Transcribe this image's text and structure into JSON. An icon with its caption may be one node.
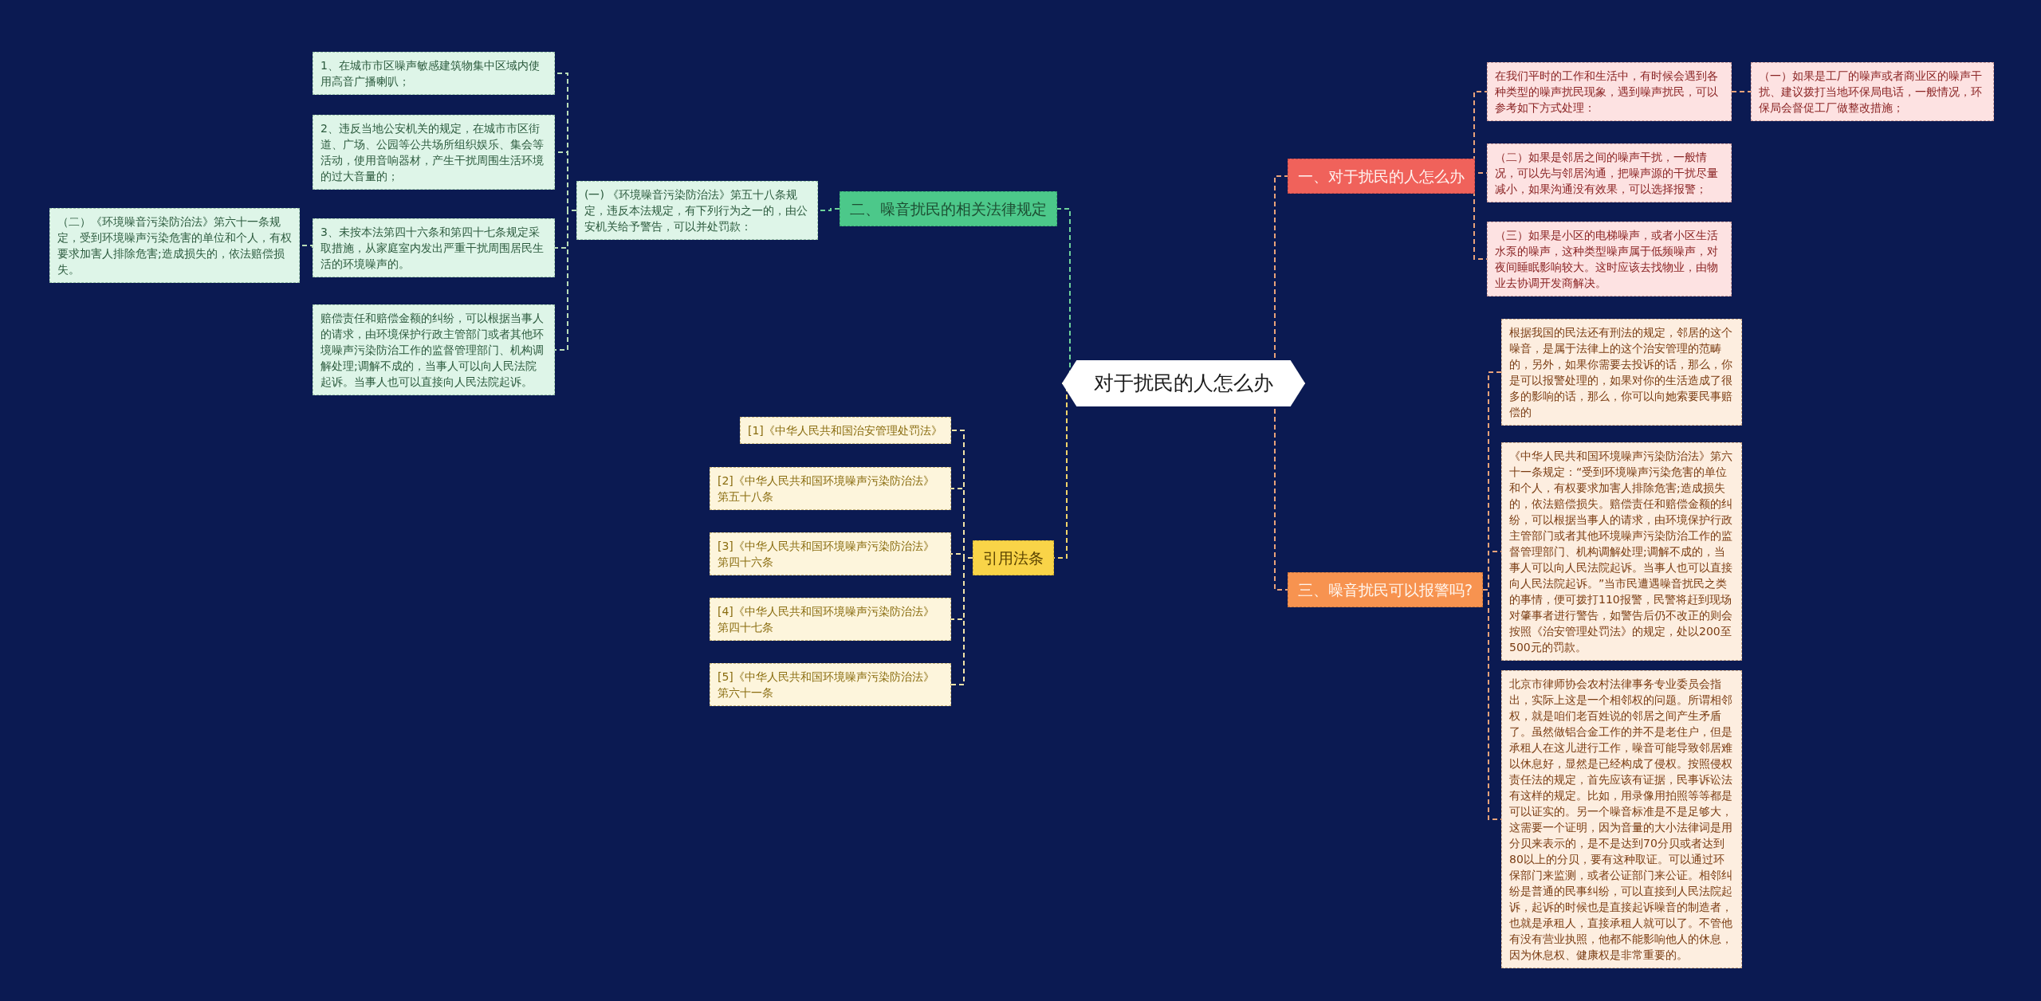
{
  "diagram": {
    "nodes": [
      {
        "text": [
          "对于扰民的人怎么办"
        ]
      },
      {
        "text": [
          "一、对于扰民的人怎么办"
        ]
      },
      {
        "text": [
          "在我们平时的工作和生活中，有时候会遇到各种类型的噪声扰民现象，遇到噪声扰民，可以参考如下方式处理："
        ]
      },
      {
        "text": [
          "（一）如果是工厂的噪声或者商业区的噪声干扰、建议拨打当地环保局电话，一般情况，环保局会督促工厂做整改措施；"
        ]
      },
      {
        "text": [
          "（二）如果是邻居之间的噪声干扰，一般情况，可以先与邻居沟通，把噪声源的干扰尽量减小，如果沟通没有效果，可以选择报警；"
        ]
      },
      {
        "text": [
          "（三）如果是小区的电梯噪声，或者小区生活水泵的噪声，这种类型噪声属于低频噪声，对夜间睡眠影响较大。这时应该去找物业，由物业去协调开发商解决。"
        ]
      },
      {
        "text": [
          "三、噪音扰民可以报警吗?"
        ]
      },
      {
        "text": [
          "根据我国的民法还有刑法的规定，邻居的这个噪音，是属于法律上的这个治安管理的范畴的，另外，如果你需要去投诉的话，那么，你是可以报警处理的，如果对你的生活造成了很多的影响的话，那么，你可以向她索要民事赔偿的"
        ]
      },
      {
        "text": [
          "《中华人民共和国环境噪声污染防治法》第六十一条规定：“受到环境噪声污染危害的单位和个人，有权要求加害人排除危害;造成损失的，依法赔偿损失。赔偿责任和赔偿金额的纠纷，可以根据当事人的请求，由环境保护行政主管部门或者其他环境噪声污染防治工作的监督管理部门、机构调解处理;调解不成的，当事人可以向人民法院起诉。当事人也可以直接向人民法院起诉。”当市民遭遇噪音扰民之类的事情，便可拨打110报警，民警将赶到现场对肇事者进行警告，如警告后仍不改正的则会按照《治安管理处罚法》的规定，处以200至500元的罚款。"
        ]
      },
      {
        "text": [
          "北京市律师协会农村法律事务专业委员会指出，实际上这是一个相邻权的问题。所谓相邻权，就是咱们老百姓说的邻居之间产生矛盾了。虽然做铝合金工作的并不是老住户，但是承租人在这儿进行工作，噪音可能导致邻居难以休息好，显然是已经构成了侵权。按照侵权责任法的规定，首先应该有证据，民事诉讼法有这样的规定。比如，用录像用拍照等等都是可以证实的。另一个噪音标准是不是足够大，这需要一个证明，因为音量的大小法律词是用分贝来表示的，是不是达到70分贝或者达到80以上的分贝，要有这种取证。可以通过环保部门来监测，或者公证部门来公证。相邻纠纷是普通的民事纠纷，可以直接到人民法院起诉，起诉的时候也是直接起诉噪音的制造者，也就是承租人，直接承租人就可以了。不管他有没有营业执照，他都不能影响他人的休息，因为休息权、健康权是非常重要的。"
        ]
      },
      {
        "text": [
          "二、噪音扰民的相关法律规定"
        ]
      },
      {
        "text": [
          "(一) 《环境噪音污染防治法》第五十八条规定，违反本法规定，有下列行为之一的，由公安机关给予警告，可以并处罚款："
        ]
      },
      {
        "text": [
          "1、在城市市区噪声敏感建筑物集中区域内使用高音广播喇叭；"
        ]
      },
      {
        "text": [
          "2、违反当地公安机关的规定，在城市市区街道、广场、公园等公共场所组织娱乐、集会等活动，使用音响器材，产生干扰周围生活环境的过大音量的；"
        ]
      },
      {
        "text": [
          "3、未按本法第四十六条和第四十七条规定采取措施，从家庭室内发出严重干扰周围居民生活的环境噪声的。"
        ]
      },
      {
        "text": [
          "赔偿责任和赔偿金额的纠纷，可以根据当事人的请求，由环境保护行政主管部门或者其他环境噪声污染防治工作的监督管理部门、机构调解处理;调解不成的，当事人可以向人民法院起诉。当事人也可以直接向人民法院起诉。"
        ]
      },
      {
        "text": [
          "（二）《环境噪音污染防治法》第六十一条规定，受到环境噪声污染危害的单位和个人，有权要求加害人排除危害;造成损失的，依法赔偿损失。"
        ]
      },
      {
        "text": [
          "引用法条"
        ]
      },
      {
        "text": [
          "[1]《中华人民共和国治安管理处罚法》"
        ]
      },
      {
        "text": [
          "[2]《中华人民共和国环境噪声污染防治法》第五十八条"
        ]
      },
      {
        "text": [
          "[3]《中华人民共和国环境噪声污染防治法》第四十六条"
        ]
      },
      {
        "text": [
          "[4]《中华人民共和国环境噪声污染防治法》第四十七条"
        ]
      },
      {
        "text": [
          "[5]《中华人民共和国环境噪声污染防治法》第六十一条"
        ]
      }
    ],
    "edges": [
      {
        "from": 0,
        "to": 1,
        "arrow": "none"
      },
      {
        "from": 1,
        "to": 2,
        "arrow": "none"
      },
      {
        "from": 2,
        "to": 3,
        "arrow": "none"
      },
      {
        "from": 1,
        "to": 4,
        "arrow": "none"
      },
      {
        "from": 1,
        "to": 5,
        "arrow": "none"
      },
      {
        "from": 0,
        "to": 6,
        "arrow": "none"
      },
      {
        "from": 6,
        "to": 7,
        "arrow": "none"
      },
      {
        "from": 6,
        "to": 8,
        "arrow": "none"
      },
      {
        "from": 6,
        "to": 9,
        "arrow": "none"
      },
      {
        "from": 0,
        "to": 10,
        "arrow": "none",
        "color": "#6fd39a"
      },
      {
        "from": 10,
        "to": 11,
        "arrow": "none",
        "color": "#6fd39a"
      },
      {
        "from": 11,
        "to": 12,
        "arrow": "none",
        "color": "#b9dcb8"
      },
      {
        "from": 11,
        "to": 13,
        "arrow": "none",
        "color": "#b9dcb8"
      },
      {
        "from": 11,
        "to": 14,
        "arrow": "none",
        "color": "#b9dcb8"
      },
      {
        "from": 11,
        "to": 15,
        "arrow": "none",
        "color": "#b9dcb8"
      },
      {
        "from": 14,
        "to": 16,
        "arrow": "none",
        "color": "#b9dcb8"
      },
      {
        "from": 0,
        "to": 17,
        "arrow": "none",
        "color": "#f2d46a"
      },
      {
        "from": 17,
        "to": 18,
        "arrow": "none",
        "color": "#f2e3a8"
      },
      {
        "from": 17,
        "to": 19,
        "arrow": "none",
        "color": "#f2e3a8"
      },
      {
        "from": 17,
        "to": 20,
        "arrow": "none",
        "color": "#f2e3a8"
      },
      {
        "from": 17,
        "to": 21,
        "arrow": "none",
        "color": "#f2e3a8"
      },
      {
        "from": 17,
        "to": 22,
        "arrow": "none",
        "color": "#f2e3a8"
      }
    ]
  }
}
